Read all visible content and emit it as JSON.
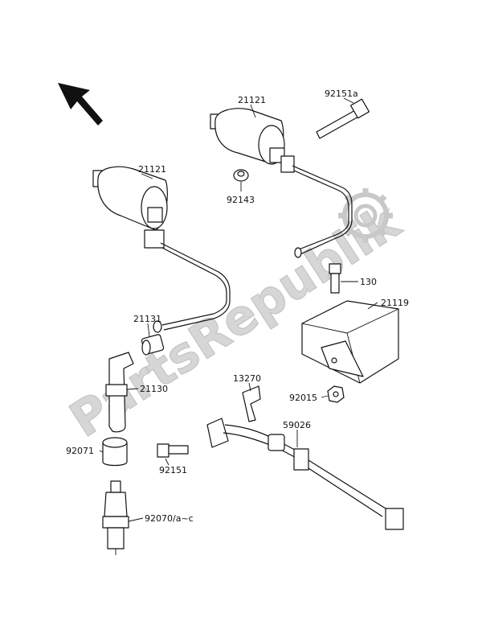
{
  "watermark": "PartsRepublik",
  "callouts": {
    "c21121_right": "21121",
    "c92151a": "92151a",
    "c92143": "92143",
    "c21121_left": "21121",
    "c130": "130",
    "c21119": "21119",
    "c21131": "21131",
    "c21130": "21130",
    "c13270": "13270",
    "c92015": "92015",
    "c59026": "59026",
    "c92071": "92071",
    "c92151": "92151",
    "c92070": "92070/a~c"
  }
}
